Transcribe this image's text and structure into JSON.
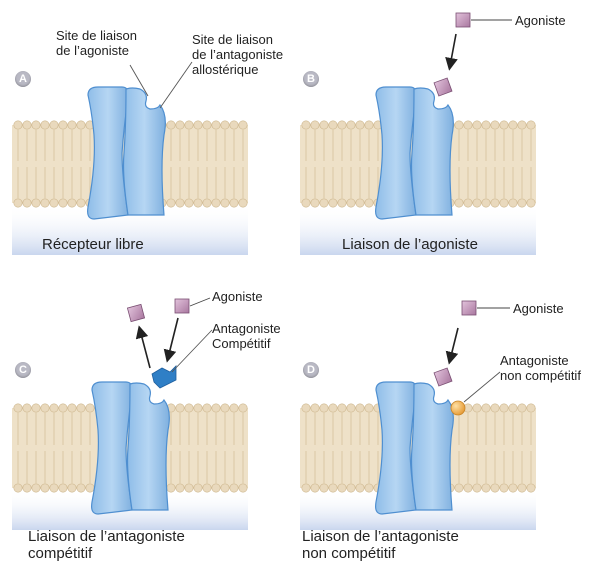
{
  "panels": {
    "A": {
      "letter": "A",
      "caption": "Récepteur libre",
      "label_agonist_site": [
        "Site de liaison",
        "de l’agoniste"
      ],
      "label_allosteric_site": [
        "Site de liaison",
        "de l’antagoniste",
        "allostérique"
      ]
    },
    "B": {
      "letter": "B",
      "caption": "Liaison de l’agoniste",
      "label_agonist": "Agoniste"
    },
    "C": {
      "letter": "C",
      "caption": [
        "Liaison de l’antagoniste",
        "compétitif"
      ],
      "label_agonist": "Agoniste",
      "label_antagonist": [
        "Antagoniste",
        "Compétitif"
      ]
    },
    "D": {
      "letter": "D",
      "caption": [
        "Liaison de l’antagoniste",
        "non compétitif"
      ],
      "label_agonist": "Agoniste",
      "label_antagonist": [
        "Antagoniste",
        "non compétitif"
      ]
    }
  },
  "colors": {
    "membrane": "#eee1c8",
    "lipid_head": "#e9d9bd",
    "receptor_light": "#a9cdee",
    "receptor_dark": "#4f8fd0",
    "agonist": "#c9a0c0",
    "competitive_antagonist": "#2f7fc6",
    "noncompetitive_antagonist": "#f0b45a",
    "cytoplasm_shade": "#c9d6ee"
  }
}
